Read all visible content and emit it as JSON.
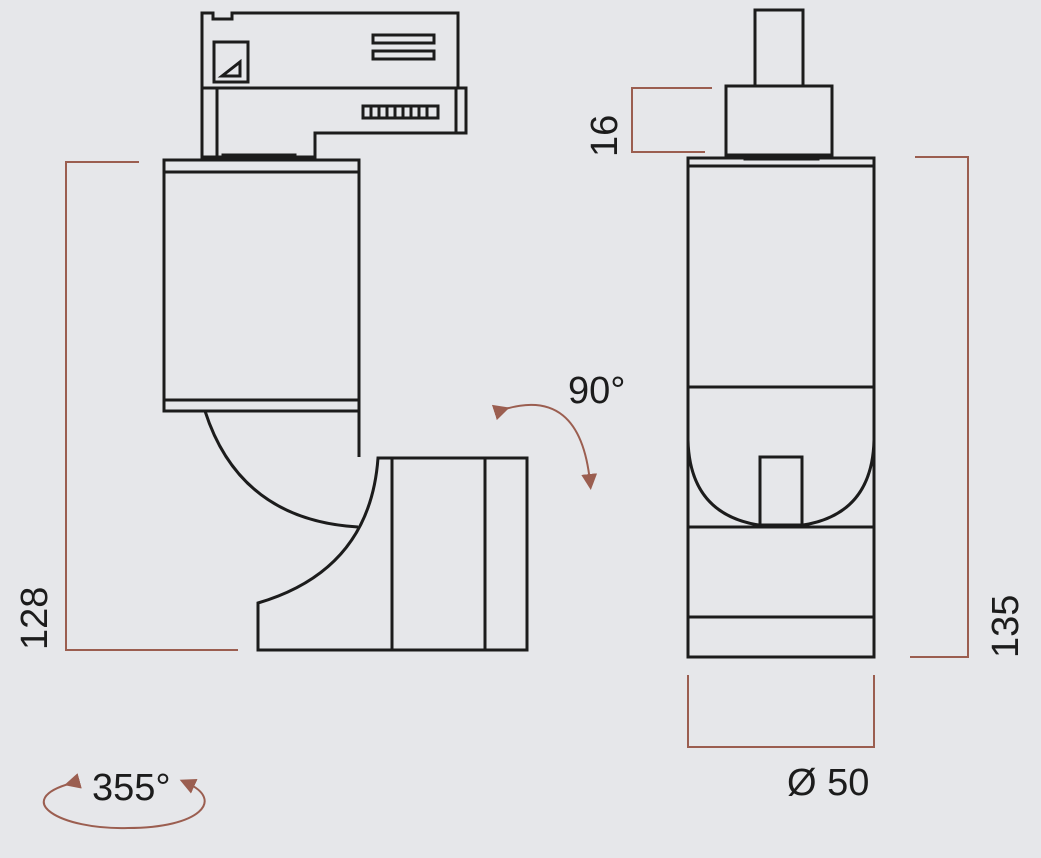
{
  "dimensions": {
    "height_side": "128",
    "adapter_height": "16",
    "height_front": "135",
    "diameter": "Ø 50",
    "tilt_angle": "90°",
    "rotation_angle": "355°"
  },
  "colors": {
    "background": "#e6e7ea",
    "line": "#1c1c1c",
    "dimension": "#9b5e50"
  }
}
